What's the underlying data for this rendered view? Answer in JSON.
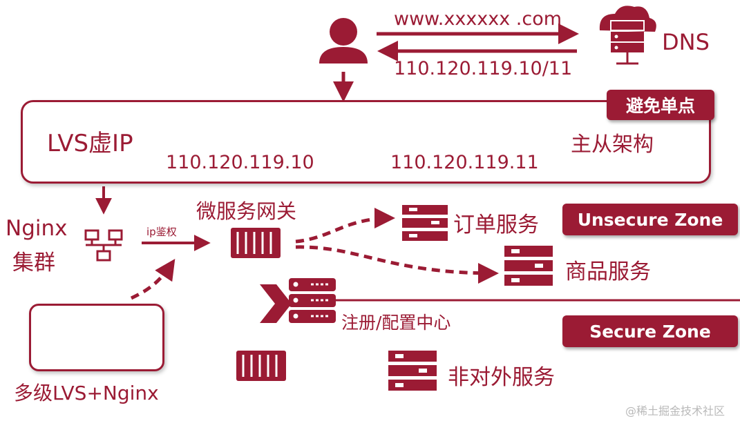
{
  "dns": {
    "request_label": "www.xxxxxx .com",
    "response_label": "110.120.119.10/11",
    "label": "DNS"
  },
  "lvs": {
    "label": "LVS虚IP",
    "ip_left": "110.120.119.10",
    "ip_right": "110.120.119.11",
    "arch_label": "主从架构",
    "avoid_spof_tag": "避免单点"
  },
  "nginx": {
    "label_line1": "Nginx",
    "label_line2": "集群",
    "arrow_label": "ip鉴权"
  },
  "gateway": {
    "label": "微服务网关"
  },
  "services": {
    "order": "订单服务",
    "goods": "商品服务",
    "registry": "注册/配置中心",
    "internal": "非对外服务"
  },
  "zones": {
    "unsecure": "Unsecure Zone",
    "secure": "Secure Zone"
  },
  "multi_lvs": {
    "label": "多级LVS+Nginx"
  },
  "watermark": "@稀土掘金技术社区",
  "colors": {
    "accent": "#9b1b34"
  }
}
